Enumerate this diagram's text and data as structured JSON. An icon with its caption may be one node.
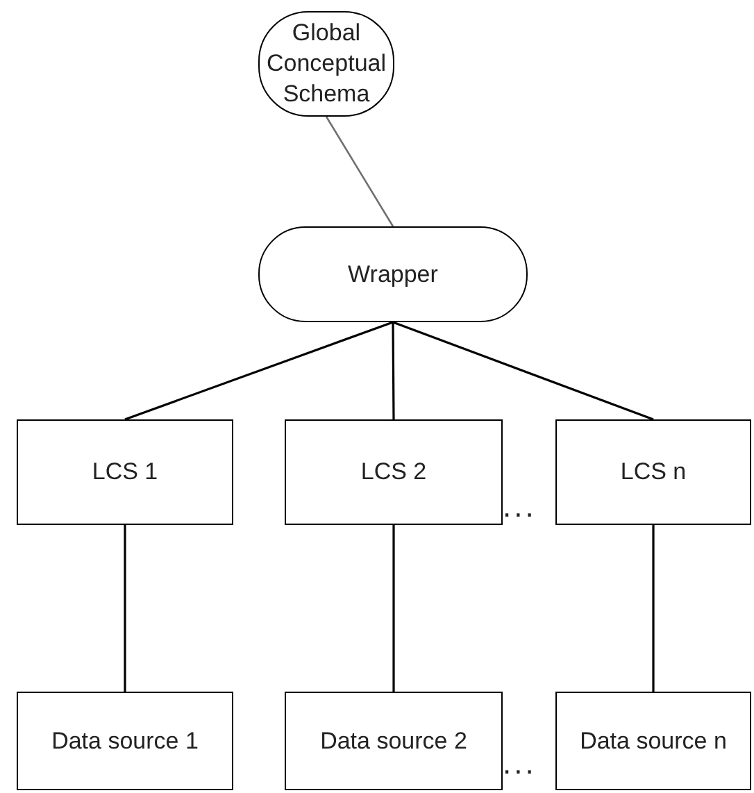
{
  "diagram": {
    "nodes": [
      {
        "text": [
          "Global Conceptual Schema"
        ]
      },
      {
        "text": [
          "Wrapper"
        ]
      },
      {
        "text": [
          "LCS 1"
        ]
      },
      {
        "text": [
          "LCS 2"
        ]
      },
      {
        "text": [
          "LCS n"
        ]
      },
      {
        "text": [
          "Data source 1"
        ]
      },
      {
        "text": [
          "Data source 2"
        ]
      },
      {
        "text": [
          "Data source n"
        ]
      }
    ],
    "edges": [
      {
        "from": 0,
        "to": 1,
        "arrow": "none",
        "color": "#707070"
      },
      {
        "from": 1,
        "to": 2,
        "arrow": "none"
      },
      {
        "from": 1,
        "to": 3,
        "arrow": "none"
      },
      {
        "from": 1,
        "to": 4,
        "arrow": "none"
      },
      {
        "from": 2,
        "to": 5,
        "arrow": "none"
      },
      {
        "from": 3,
        "to": 6,
        "arrow": "none"
      },
      {
        "from": 4,
        "to": 7,
        "arrow": "none"
      }
    ],
    "labels": [
      "...",
      "..."
    ]
  }
}
